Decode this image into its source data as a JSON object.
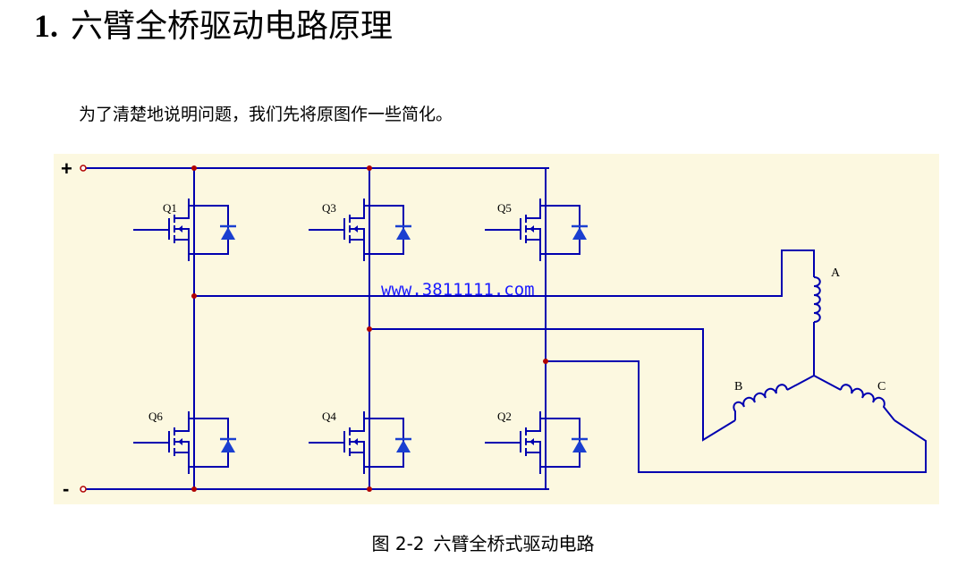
{
  "heading": {
    "number": "1.",
    "title": "六臂全桥驱动电路原理"
  },
  "intro": "为了清楚地说明问题，我们先将原图作一些简化。",
  "figure": {
    "rail_positive": "+",
    "rail_negative": "-",
    "transistors": [
      "Q1",
      "Q3",
      "Q5",
      "Q6",
      "Q4",
      "Q2"
    ],
    "windings": [
      "A",
      "B",
      "C"
    ],
    "watermark": "www.3811111.com",
    "colors": {
      "wire": "#0000b0",
      "node": "#b00000",
      "diode": "#1a3fd0",
      "background": "#fcf8e0",
      "watermark": "#1a1aff"
    }
  },
  "caption": {
    "label": "图 2-2",
    "title": "六臂全桥式驱动电路"
  }
}
